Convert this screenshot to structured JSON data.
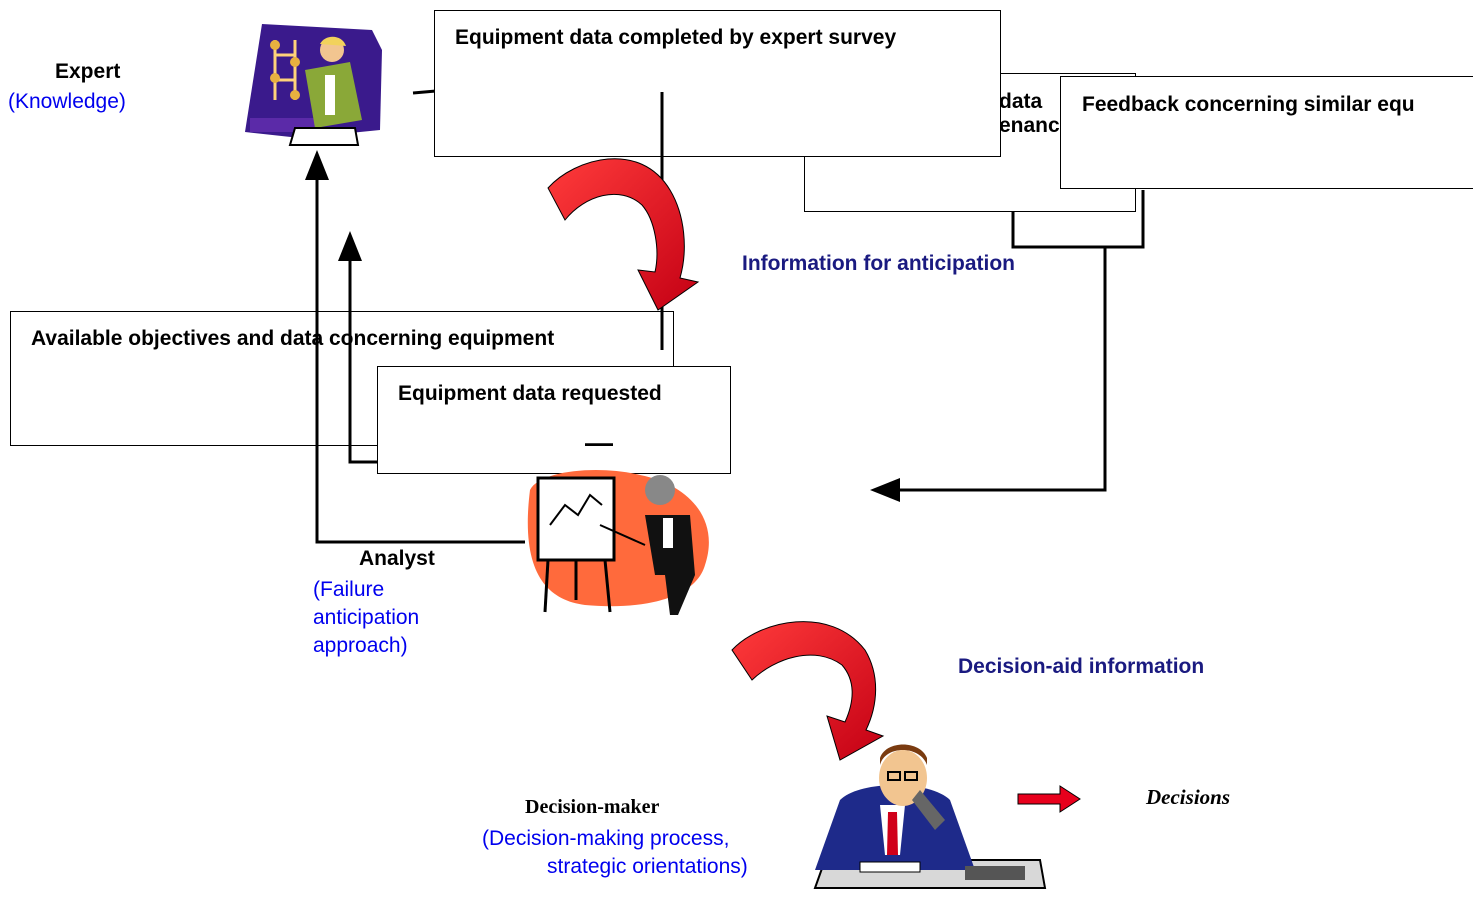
{
  "actors": {
    "expert": {
      "name": "Expert",
      "role": "(Knowledge)"
    },
    "analyst": {
      "name": "Analyst",
      "role_lines": [
        "(Failure",
        "anticipation",
        "approach)"
      ]
    },
    "decision_maker": {
      "name": "Decision-maker",
      "role_lines": [
        "(Decision-making process,",
        "strategic orientations)"
      ]
    }
  },
  "boxes": {
    "expert_survey": "Equipment data completed by expert survey",
    "maintenance_partial": [
      "data",
      "enanc"
    ],
    "feedback": "Feedback concerning similar equ",
    "objectives": "Available objectives and data concerning equipment",
    "requested": "Equipment data requested",
    "requested_mark": "—"
  },
  "labels": {
    "info_anticipation": "Information for anticipation",
    "decision_aid": "Decision-aid information",
    "decisions": "Decisions"
  },
  "colors": {
    "accent_red": "#e8001c",
    "info_navy": "#1a1a80",
    "role_blue": "#0000ee"
  }
}
